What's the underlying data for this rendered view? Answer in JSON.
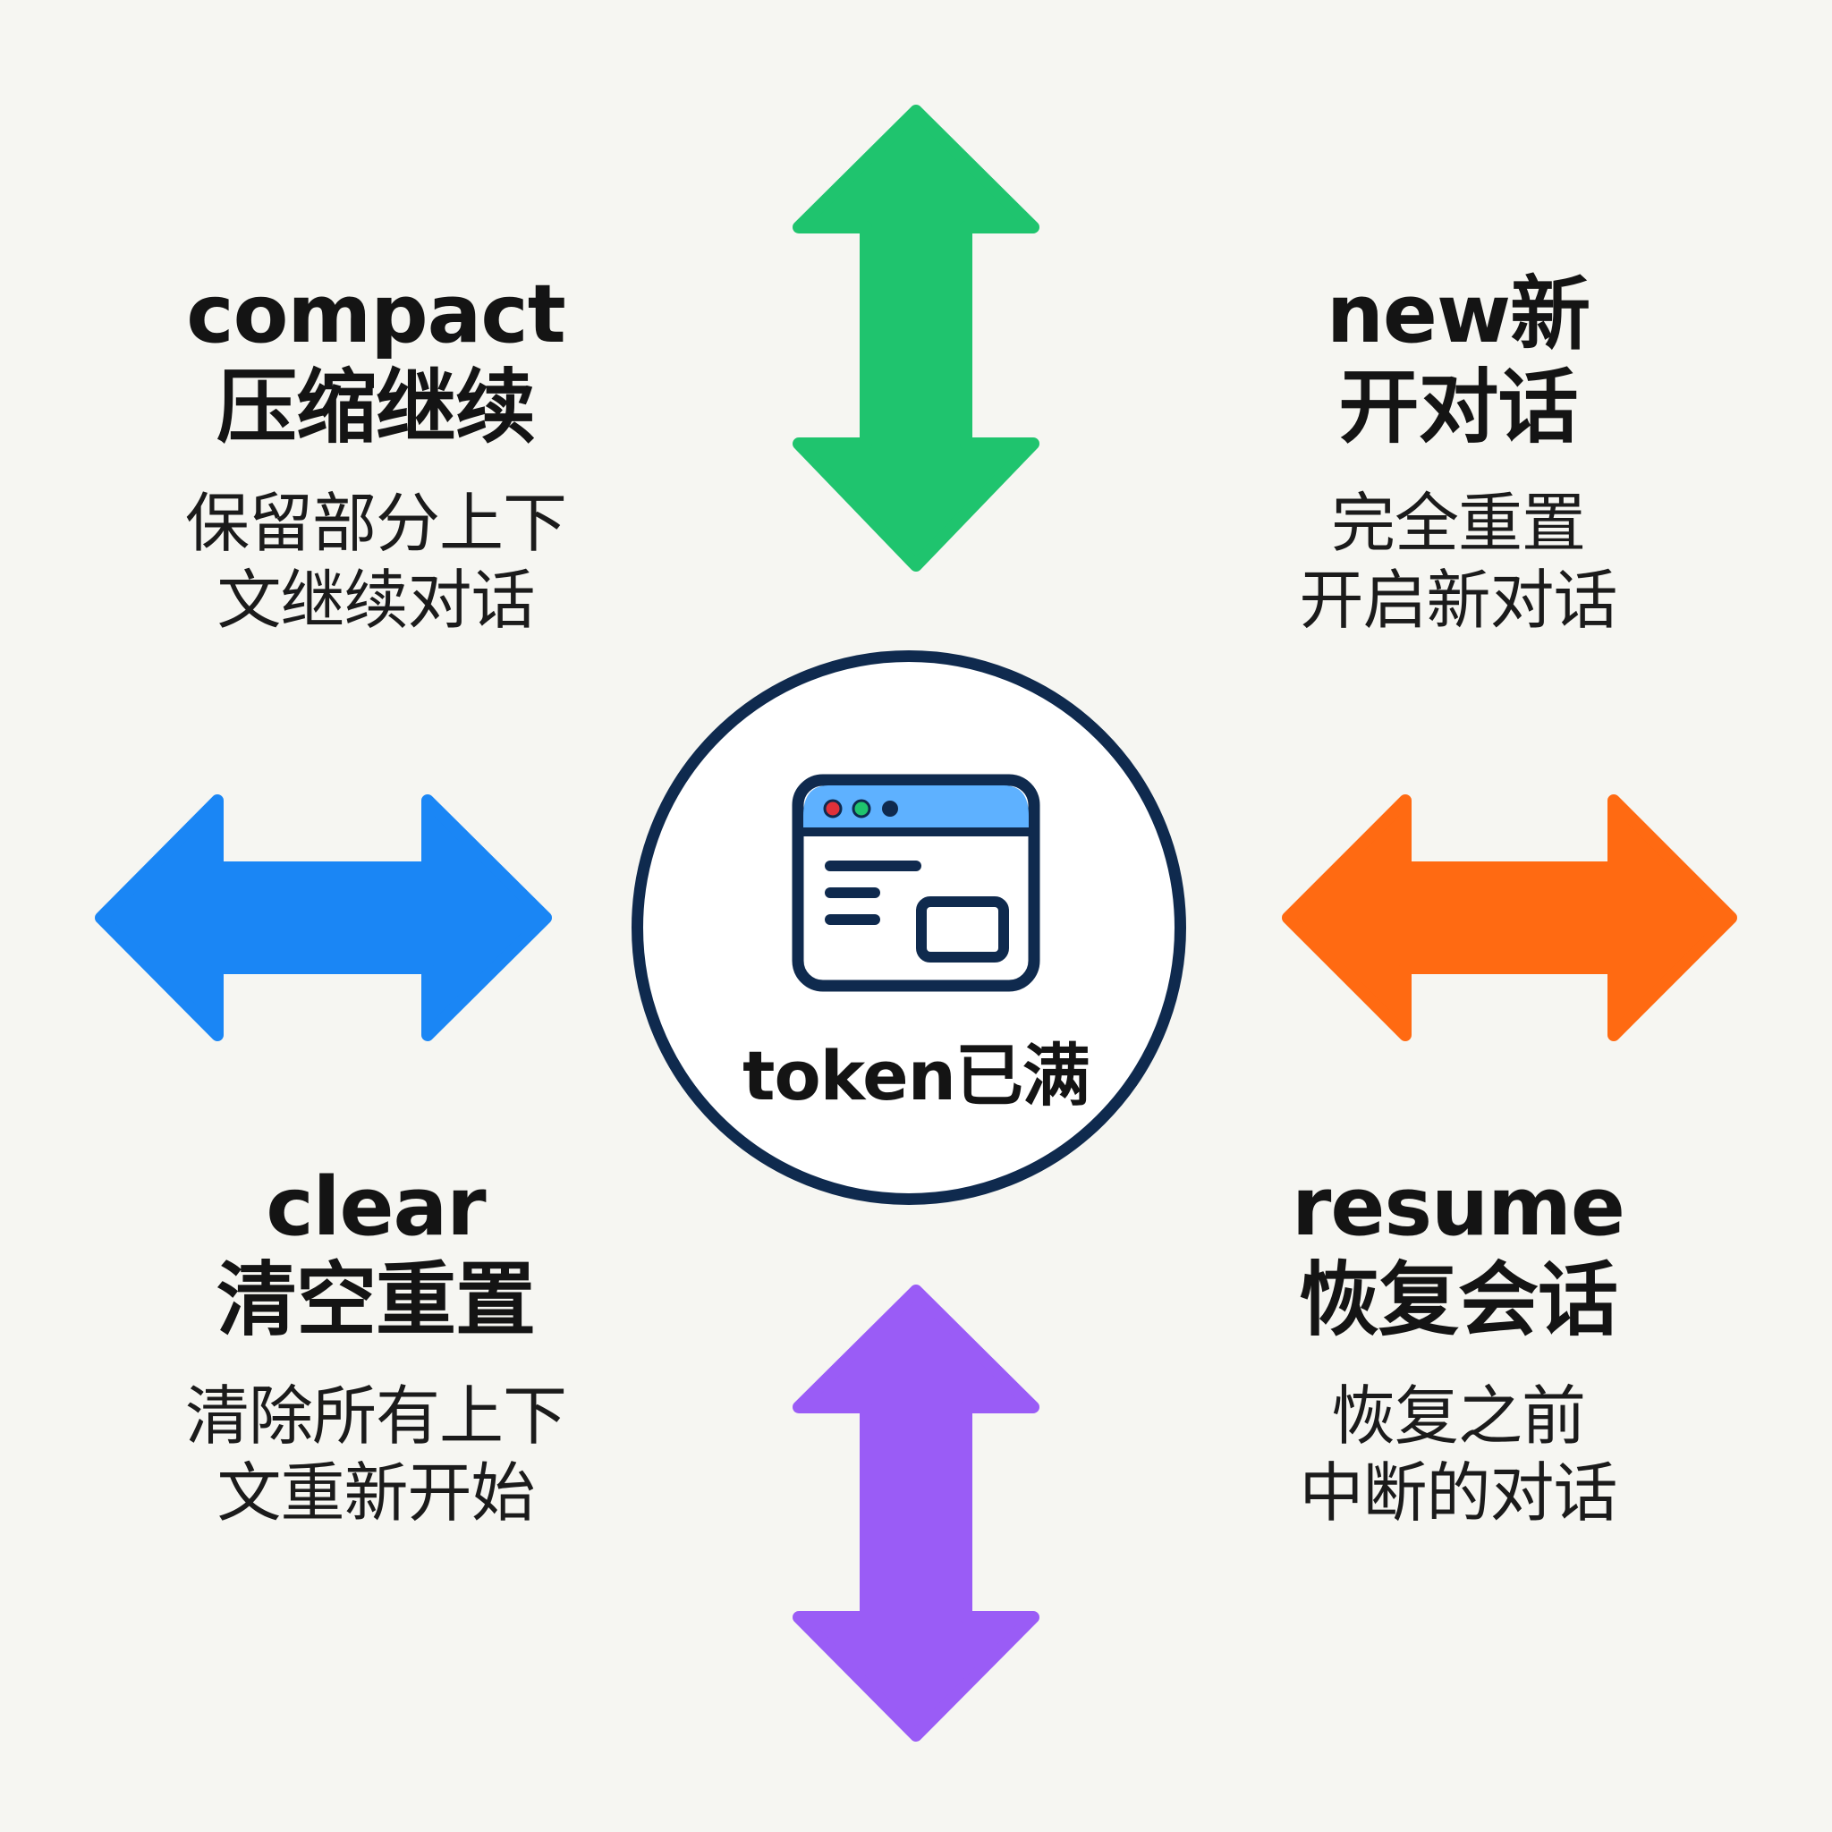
{
  "center": {
    "title": "token已满",
    "icon": "browser-window-icon"
  },
  "options": {
    "compact": {
      "command": "compact",
      "name": "压缩继续",
      "desc_line1": "保留部分上下",
      "desc_line2": "文继续对话",
      "arrow_color": "#1fc46e"
    },
    "new": {
      "command": "new新",
      "name": "开对话",
      "desc_line1": "完全重置",
      "desc_line2": "开启新对话",
      "arrow_color": "#ff6a12"
    },
    "clear": {
      "command": "clear",
      "name": "清空重置",
      "desc_line1": "清除所有上下",
      "desc_line2": "文重新开始",
      "arrow_color": "#1a86f5"
    },
    "resume": {
      "command": "resume",
      "name": "恢复会话",
      "desc_line1": "恢复之前",
      "desc_line2": "中断的对话",
      "arrow_color": "#9a5cf6"
    }
  },
  "colors": {
    "background": "#f6f6f2",
    "circle_border": "#0f2a4e",
    "icon_header": "#5eb1ff"
  }
}
